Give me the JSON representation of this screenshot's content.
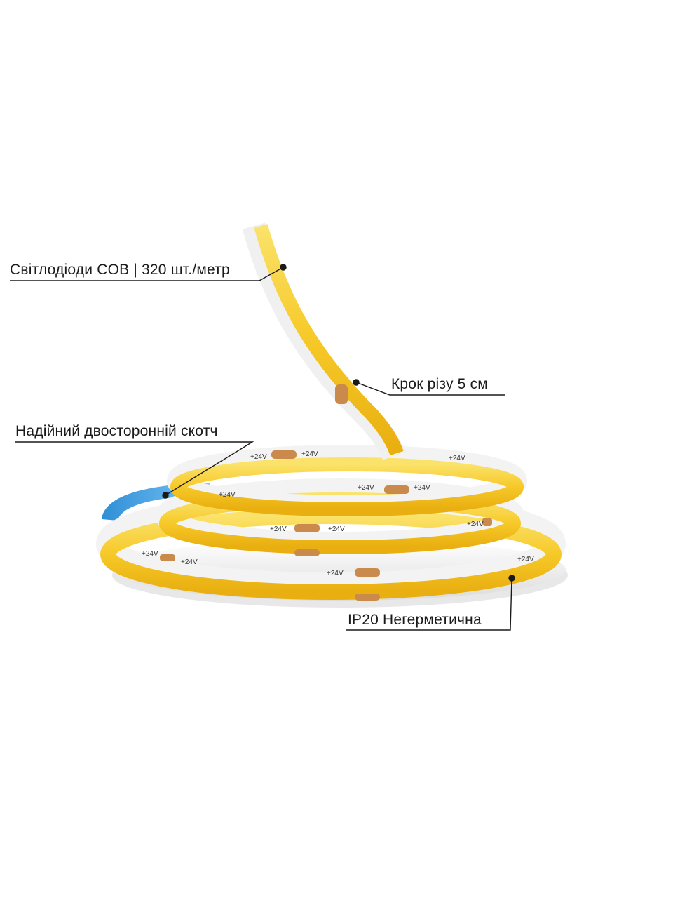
{
  "callouts": {
    "cob_leds": "Світлодіоди COB | 320 шт./метр",
    "cut_step": "Крок різу 5 см",
    "adhesive_tape": "Надійний двосторонній скотч",
    "ip_rating": "IP20 Негерметична"
  },
  "strip_markings": {
    "voltage": "+24V",
    "minus": "-"
  },
  "colors": {
    "led_yellow": "#f7cb2a",
    "led_edge": "#e9b10f",
    "pcb_white": "#f2f2f2",
    "tape_blue": "#3aa3e6",
    "copper_pad": "#c98a4b",
    "leader_line": "#1a1a1a"
  }
}
